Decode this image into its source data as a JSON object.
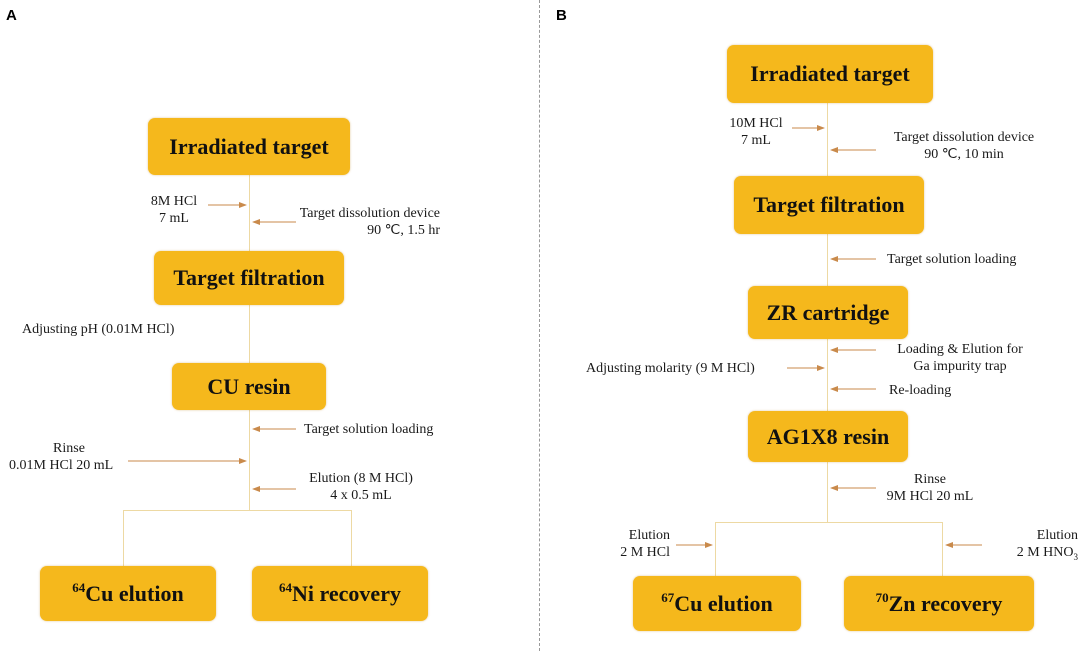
{
  "panels": [
    {
      "letter": "A"
    },
    {
      "letter": "B"
    }
  ],
  "panel_a": {
    "boxes": {
      "irradiated": "Irradiated target",
      "filtration": "Target filtration",
      "resin": "CU resin",
      "cu_elution_mass": "64",
      "cu_elution": "Cu elution",
      "ni_recovery_mass": "64",
      "ni_recovery": "Ni recovery"
    },
    "labels": {
      "hcl_1": "8M HCl",
      "hcl_2": "7 mL",
      "dissolution_1": "Target dissolution device",
      "dissolution_2": "90 ℃, 1.5 hr",
      "adjust_ph": "Adjusting pH (0.01M HCl)",
      "loading": "Target solution loading",
      "rinse_1": "Rinse",
      "rinse_2": "0.01M HCl 20 mL",
      "elution_1": "Elution (8 M HCl)",
      "elution_2": "4 x 0.5 mL"
    }
  },
  "panel_b": {
    "boxes": {
      "irradiated": "Irradiated target",
      "filtration": "Target filtration",
      "zr": "ZR cartridge",
      "ag": "AG1X8 resin",
      "cu_elution_mass": "67",
      "cu_elution": "Cu elution",
      "zn_recovery_mass": "70",
      "zn_recovery": "Zn recovery"
    },
    "labels": {
      "hcl_1": "10M HCl",
      "hcl_2": "7 mL",
      "dissolution_1": "Target dissolution device",
      "dissolution_2": "90 ℃, 10 min",
      "loading": "Target solution loading",
      "ga_1": "Loading & Elution for",
      "ga_2": "Ga impurity trap",
      "molarity": "Adjusting molarity (9 M HCl)",
      "reloading": "Re-loading",
      "rinse_1": "Rinse",
      "rinse_2": "9M HCl 20 mL",
      "elution_left_1": "Elution",
      "elution_left_2": "2 M HCl",
      "elution_right_1": "Elution",
      "elution_right_2_main": "2 M HNO",
      "elution_right_2_sub": "3"
    }
  },
  "colors": {
    "box": "#f5b81c",
    "line": "#edd9a3",
    "arrow": "#c98a4b"
  }
}
